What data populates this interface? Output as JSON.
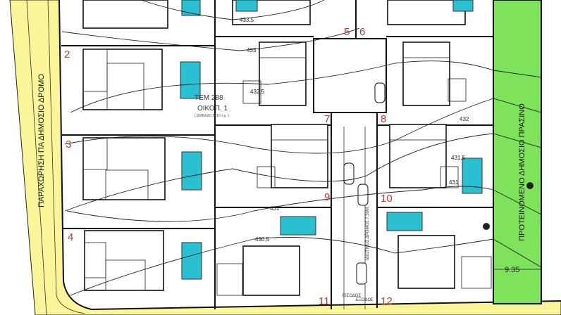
{
  "title_block": {
    "plot": "ΤΕΜ 288",
    "parcel": "ΟΙΚΟΠ. 1",
    "area": "( ΕΜΒΑΔΟ 5016 τ.μ. )"
  },
  "roads": {
    "public_road": "ΠΑΡΑΧΩΡΗΣΗ ΠΑ ΔΗΜΟΣΙΟ ΔΡΟΜΟ",
    "private_road": "ΙΔΙΩΤΙΚΟΣ ΔΡΟΜΟΣ 7.50Μ",
    "green_area": "ΠΡΟΤΕΙΝΟΜΕΝΟ ΔΗΜΟΣΙΟ ΠΡΑΣΙΝΟ",
    "entrance": "ΕΙΣΟΔΟΣ",
    "exit": "ΕΞΟΔΟΣ",
    "green_width": "9.35"
  },
  "lots": [
    "2",
    "3",
    "4",
    "5",
    "6",
    "7",
    "8",
    "9",
    "10",
    "11",
    "12"
  ],
  "contours": [
    "433.5",
    "433",
    "432.5",
    "432",
    "431.5",
    "431",
    "431",
    "430.5"
  ],
  "colors": {
    "road": "#fbf59a",
    "green": "#7ee35a",
    "pool": "#2bbfd2",
    "lot_number": "#c0392b"
  }
}
